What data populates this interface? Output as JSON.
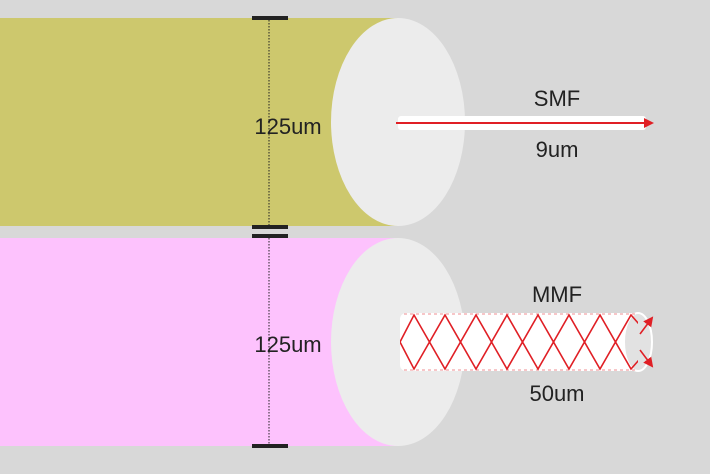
{
  "fibers": [
    {
      "id": "smf",
      "diameter_label": "125um",
      "type_label": "SMF",
      "core_label": "9um",
      "cladding_color": "#cdc86d",
      "end_face_color": "#ececec",
      "beam_color": "#e01f25"
    },
    {
      "id": "mmf",
      "diameter_label": "125um",
      "type_label": "MMF",
      "core_label": "50um",
      "cladding_color": "#fdc2fd",
      "end_face_color": "#ececec",
      "beam_color": "#e01f25"
    }
  ],
  "colors": {
    "background": "#d8d8d8",
    "marker": "#222222",
    "core": "#ffffff"
  }
}
